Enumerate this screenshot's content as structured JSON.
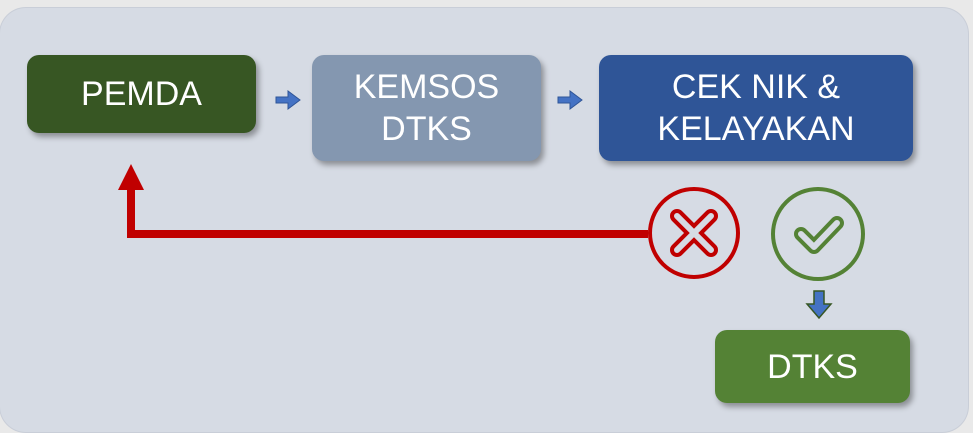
{
  "nodes": {
    "pemda": "PEMDA",
    "kemsos_line1": "KEMSOS",
    "kemsos_line2": "DTKS",
    "cek_line1": "CEK NIK &",
    "cek_line2": "KELAYAKAN",
    "dtks": "DTKS"
  },
  "icons": {
    "reject": "x-circle-icon",
    "accept": "check-circle-icon"
  },
  "colors": {
    "reject": "#c00000",
    "accept": "#548235",
    "arrow": "#4472c4"
  }
}
